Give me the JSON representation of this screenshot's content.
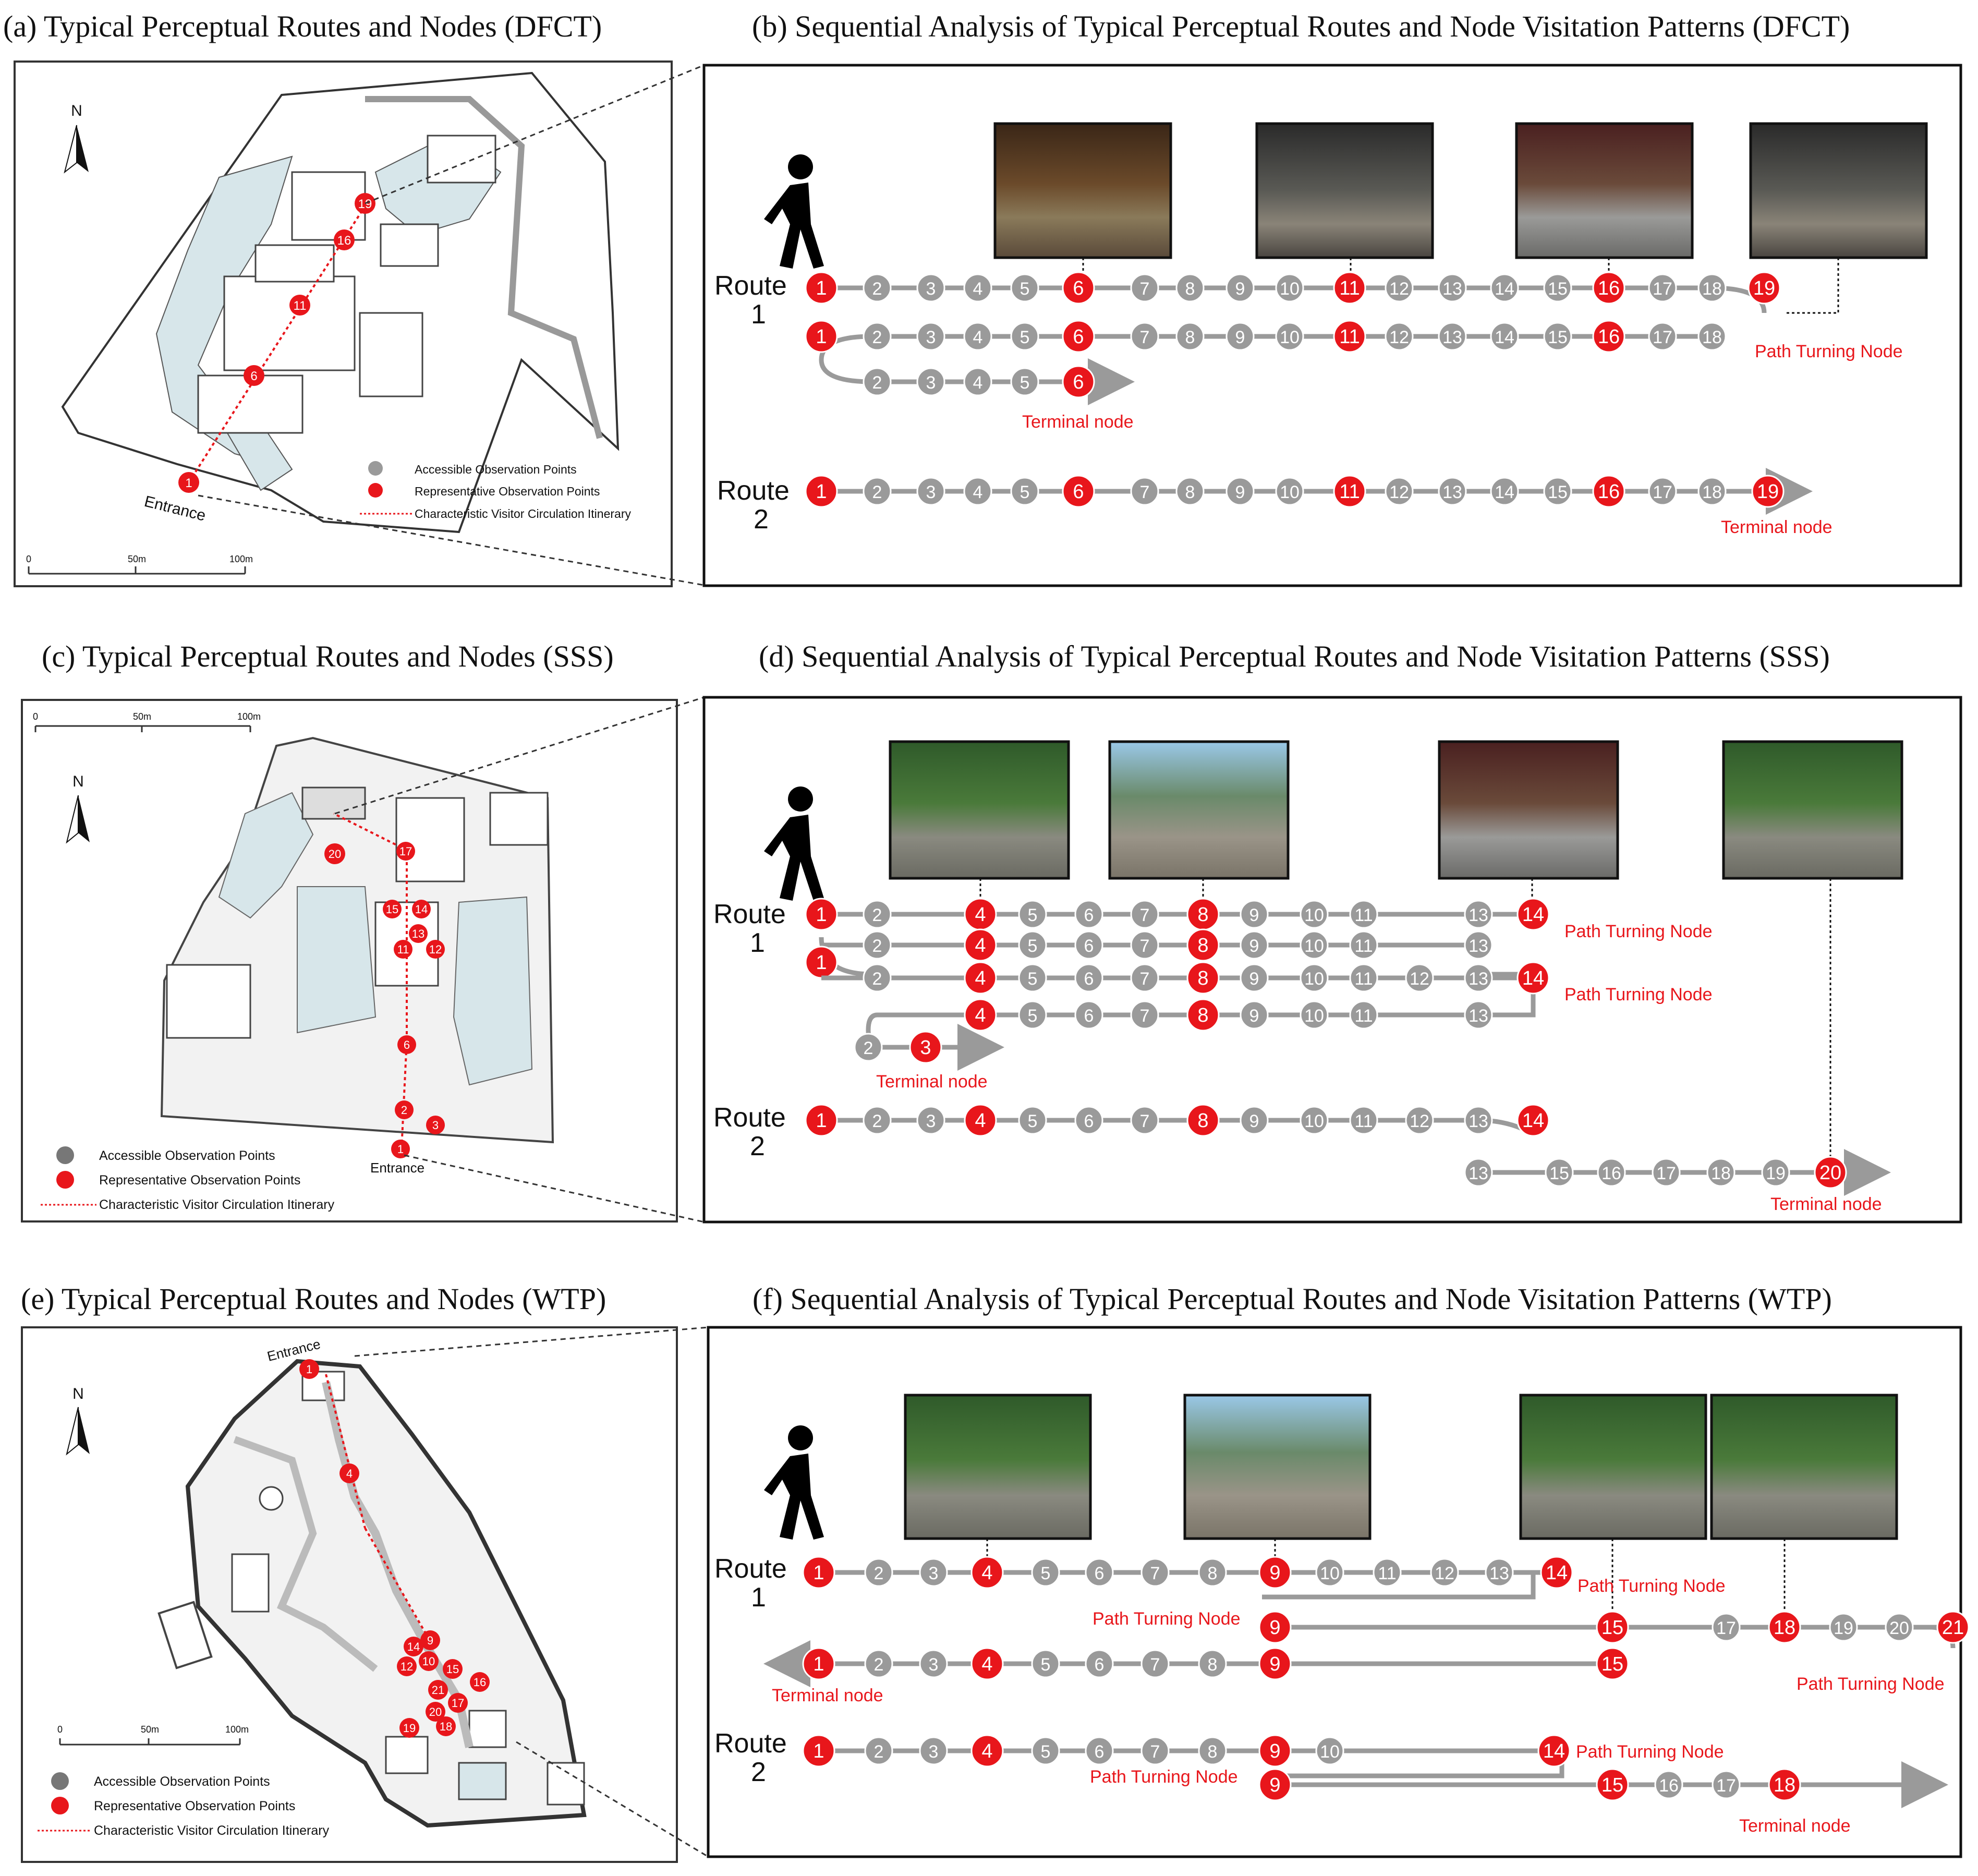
{
  "colors": {
    "accent_red": "#e8161b",
    "node_gray": "#9a9a9a",
    "route_gray": "#9a9a9a",
    "water": "#d7e6ea",
    "building": "#ffffff",
    "frame": "#1a1a1a"
  },
  "legend": {
    "accessible": "Accessible Observation Points",
    "representative": "Representative Observation Points",
    "itinerary": "Characteristic Visitor Circulation Itinerary"
  },
  "labels": {
    "route": "Route",
    "terminal": "Terminal node",
    "turning": "Path Turning Node",
    "entrance": "Entrance",
    "north": "N"
  },
  "scale": {
    "t0": "0",
    "t1": "50m",
    "t2": "100m"
  },
  "icons": [
    "walking-person-icon",
    "north-arrow-icon"
  ],
  "sections": [
    {
      "id": "dfct",
      "map_title": "(a) Typical Perceptual Routes and Nodes (DFCT)",
      "seq_title": "(b) Sequential Analysis of Typical Perceptual Routes and Node Visitation Patterns  (DFCT)",
      "routes": [
        {
          "number": "1",
          "rows": [
            {
              "labels": [
                "1",
                "2",
                "3",
                "4",
                "5",
                "6",
                "7",
                "8",
                "9",
                "10",
                "11",
                "12",
                "13",
                "14",
                "15",
                "16",
                "17",
                "18",
                "19"
              ],
              "red": [
                "1",
                "6",
                "11",
                "16",
                "19"
              ],
              "note": "Path Turning Node"
            },
            {
              "labels": [
                "1",
                "2",
                "3",
                "4",
                "5",
                "6",
                "7",
                "8",
                "9",
                "10",
                "11",
                "12",
                "13",
                "14",
                "15",
                "16",
                "17",
                "18"
              ],
              "red": [
                "1",
                "6",
                "11",
                "16"
              ]
            },
            {
              "labels": [
                "2",
                "3",
                "4",
                "5",
                "6"
              ],
              "red": [
                "6"
              ],
              "note": "Terminal node"
            }
          ]
        },
        {
          "number": "2",
          "rows": [
            {
              "labels": [
                "1",
                "2",
                "3",
                "4",
                "5",
                "6",
                "7",
                "8",
                "9",
                "10",
                "11",
                "12",
                "13",
                "14",
                "15",
                "16",
                "17",
                "18",
                "19"
              ],
              "red": [
                "1",
                "6",
                "11",
                "16",
                "19"
              ],
              "note": "Terminal node"
            }
          ]
        }
      ],
      "map_nodes": [
        "1",
        "6",
        "11",
        "16",
        "19"
      ],
      "photos": [
        "6",
        "11",
        "16",
        "19"
      ]
    },
    {
      "id": "sss",
      "map_title": "(c) Typical Perceptual Routes and Nodes (SSS)",
      "seq_title": "(d) Sequential Analysis of Typical Perceptual Routes and Node Visitation Patterns  (SSS)",
      "routes": [
        {
          "number": "1",
          "rows": [
            {
              "labels": [
                "1",
                "2",
                "4",
                "5",
                "6",
                "7",
                "8",
                "9",
                "10",
                "11",
                "13",
                "14"
              ],
              "red": [
                "1",
                "4",
                "8",
                "14"
              ],
              "note": "Path Turning Node"
            },
            {
              "labels": [
                "2",
                "4",
                "5",
                "6",
                "7",
                "8",
                "9",
                "10",
                "11",
                "13"
              ],
              "red": [
                "4",
                "8"
              ]
            },
            {
              "labels": [
                "1"
              ],
              "red": [
                "1"
              ]
            },
            {
              "labels": [
                "2",
                "4",
                "5",
                "6",
                "7",
                "8",
                "9",
                "10",
                "11",
                "12",
                "13",
                "14"
              ],
              "red": [
                "4",
                "8",
                "14"
              ],
              "note": "Path Turning Node"
            },
            {
              "labels": [
                "4",
                "5",
                "6",
                "7",
                "8",
                "9",
                "10",
                "11",
                "13"
              ],
              "red": [
                "4",
                "8"
              ]
            },
            {
              "labels": [
                "2",
                "3"
              ],
              "red": [
                "3"
              ],
              "note": "Terminal node"
            }
          ]
        },
        {
          "number": "2",
          "rows": [
            {
              "labels": [
                "1",
                "2",
                "3",
                "4",
                "5",
                "6",
                "7",
                "8",
                "9",
                "10",
                "11",
                "12",
                "13",
                "14"
              ],
              "red": [
                "1",
                "4",
                "8",
                "14"
              ]
            },
            {
              "labels": [
                "13",
                "15",
                "16",
                "17",
                "18",
                "19",
                "20"
              ],
              "red": [
                "20"
              ],
              "note": "Terminal node"
            }
          ]
        }
      ],
      "map_nodes": [
        "1",
        "2",
        "3",
        "6",
        "11",
        "12",
        "13",
        "14",
        "15",
        "17",
        "20"
      ],
      "photos": [
        "4",
        "8",
        "14",
        "20"
      ]
    },
    {
      "id": "wtp",
      "map_title": "(e) Typical Perceptual Routes and Nodes (WTP)",
      "seq_title": "(f) Sequential Analysis of Typical Perceptual Routes and Node Visitation Patterns  (WTP)",
      "routes": [
        {
          "number": "1",
          "rows": [
            {
              "labels": [
                "1",
                "2",
                "3",
                "4",
                "5",
                "6",
                "7",
                "8",
                "9",
                "10",
                "11",
                "12",
                "13",
                "14"
              ],
              "red": [
                "1",
                "4",
                "9",
                "14"
              ],
              "note": "Path Turning Node"
            },
            {
              "labels": [
                "9",
                "15",
                "17",
                "18",
                "19",
                "20",
                "21"
              ],
              "red": [
                "9",
                "15",
                "18",
                "21"
              ],
              "note": "Path Turning Node"
            },
            {
              "labels": [
                "1",
                "2",
                "3",
                "4",
                "5",
                "6",
                "7",
                "8",
                "9",
                "15"
              ],
              "red": [
                "1",
                "4",
                "9",
                "15"
              ],
              "note": "Terminal node"
            }
          ]
        },
        {
          "number": "2",
          "rows": [
            {
              "labels": [
                "1",
                "2",
                "3",
                "4",
                "5",
                "6",
                "7",
                "8",
                "9",
                "10",
                "14"
              ],
              "red": [
                "1",
                "4",
                "9",
                "14"
              ],
              "note": "Path Turning Node"
            },
            {
              "labels": [
                "9",
                "15",
                "16",
                "17",
                "18"
              ],
              "red": [
                "9",
                "15",
                "18"
              ],
              "note": "Terminal node"
            }
          ]
        }
      ],
      "map_nodes": [
        "1",
        "4",
        "9",
        "10",
        "12",
        "14",
        "15",
        "16",
        "17",
        "18",
        "19",
        "20",
        "21"
      ],
      "photos": [
        "4",
        "9",
        "15",
        "18"
      ]
    }
  ]
}
